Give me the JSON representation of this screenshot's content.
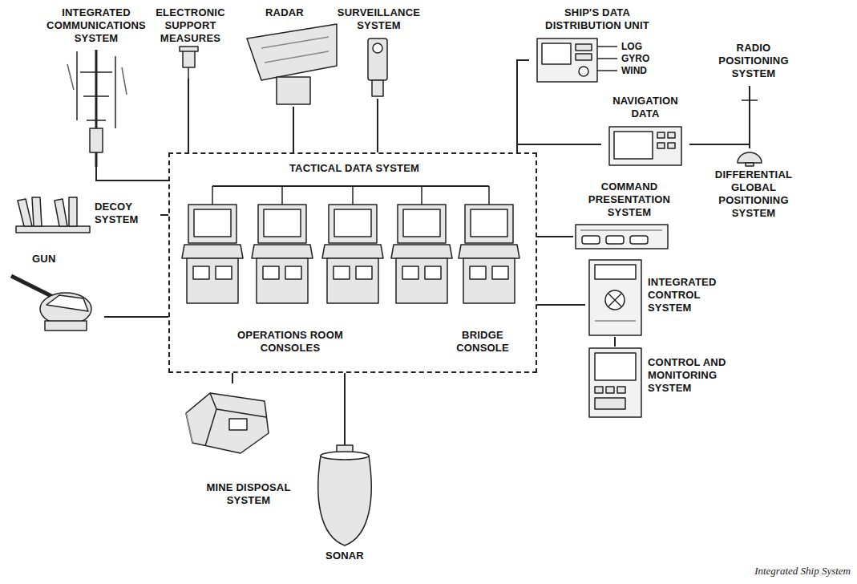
{
  "diagram": {
    "caption": "Integrated Ship System",
    "nodes": [
      {
        "text": [
          "INTEGRATED COMMUNICATIONS SYSTEM"
        ]
      },
      {
        "text": [
          "ELECTRONIC SUPPORT MEASURES"
        ]
      },
      {
        "text": [
          "RADAR"
        ]
      },
      {
        "text": [
          "SURVEILLANCE SYSTEM"
        ]
      },
      {
        "text": [
          "SHIP'S DATA DISTRIBUTION UNIT"
        ]
      },
      {
        "text": [
          "RADIO POSITIONING SYSTEM"
        ]
      },
      {
        "text": [
          "NAVIGATION DATA"
        ]
      },
      {
        "text": [
          "DIFFERENTIAL GLOBAL POSITIONING SYSTEM"
        ]
      },
      {
        "text": [
          "TACTICAL DATA SYSTEM",
          "OPERATIONS ROOM CONSOLES",
          "BRIDGE CONSOLE"
        ]
      },
      {
        "text": [
          "DECOY SYSTEM"
        ]
      },
      {
        "text": [
          "GUN"
        ]
      },
      {
        "text": [
          "COMMAND PRESENTATION SYSTEM"
        ]
      },
      {
        "text": [
          "INTEGRATED CONTROL SYSTEM"
        ]
      },
      {
        "text": [
          "CONTROL AND MONITORING SYSTEM"
        ]
      },
      {
        "text": [
          "MINE DISPOSAL SYSTEM"
        ]
      },
      {
        "text": [
          "SONAR"
        ]
      }
    ],
    "edges": [
      {
        "from": 0,
        "to": 8,
        "arrow": "none"
      },
      {
        "from": 1,
        "to": 8,
        "arrow": "none"
      },
      {
        "from": 2,
        "to": 8,
        "arrow": "none"
      },
      {
        "from": 3,
        "to": 8,
        "arrow": "none"
      },
      {
        "from": 4,
        "to": 8,
        "arrow": "none"
      },
      {
        "from": 6,
        "to": 8,
        "arrow": "none"
      },
      {
        "from": 6,
        "to": 7,
        "arrow": "none"
      },
      {
        "from": 5,
        "to": 7,
        "arrow": "none"
      },
      {
        "from": 9,
        "to": 8,
        "arrow": "none"
      },
      {
        "from": 10,
        "to": 8,
        "arrow": "none"
      },
      {
        "from": 11,
        "to": 8,
        "arrow": "none"
      },
      {
        "from": 12,
        "to": 8,
        "arrow": "none"
      },
      {
        "from": 12,
        "to": 13,
        "arrow": "none"
      },
      {
        "from": 14,
        "to": 8,
        "arrow": "none"
      },
      {
        "from": 15,
        "to": 8,
        "arrow": "none"
      }
    ],
    "labels": [
      "LOG",
      "GYRO",
      "WIND"
    ]
  }
}
